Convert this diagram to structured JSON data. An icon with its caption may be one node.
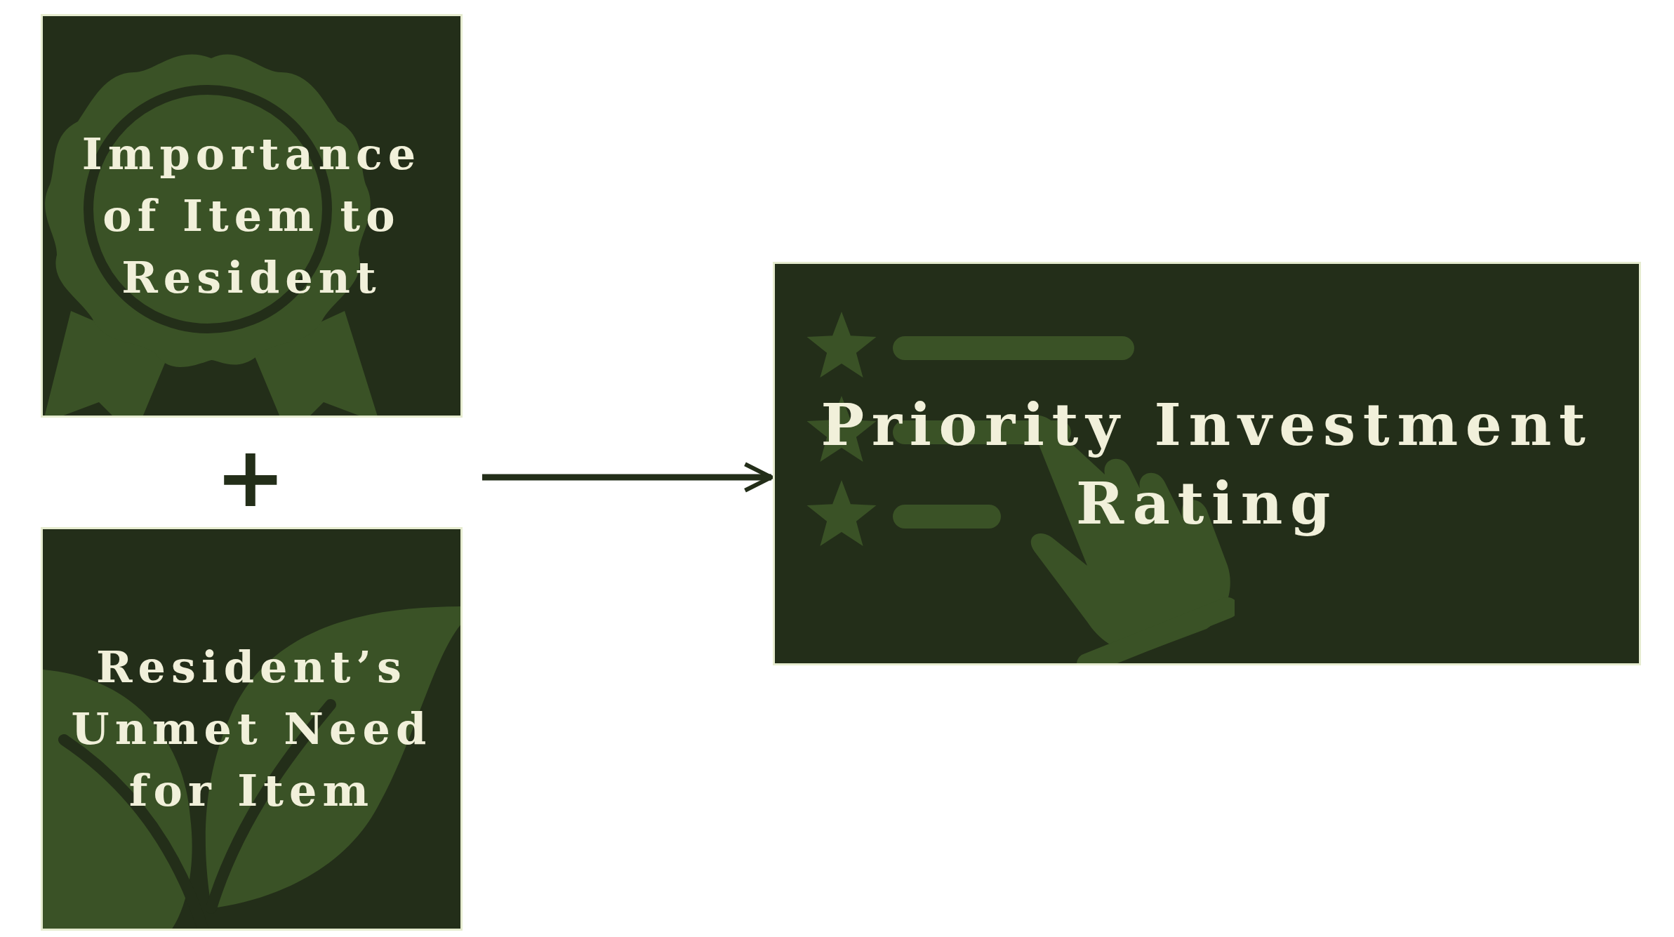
{
  "diagram": {
    "nodes": [
      {
        "text": [
          "Importance of Item to Resident"
        ]
      },
      {
        "text": [
          "Resident’s Unmet Need for Item"
        ]
      },
      {
        "text": [
          "Priority Investment Rating"
        ]
      }
    ],
    "edges": [
      {
        "from": null,
        "to": 2,
        "arrow": "to"
      }
    ],
    "labels": [
      "+"
    ]
  }
}
